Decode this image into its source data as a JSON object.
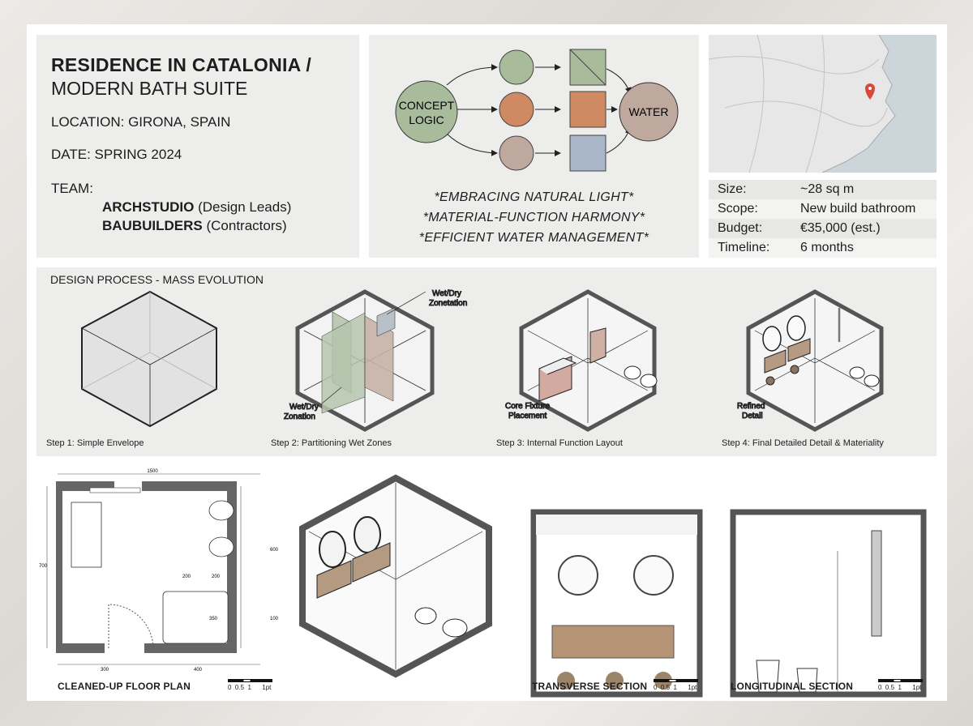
{
  "project": {
    "title_line1": "RESIDENCE IN CATALONIA /",
    "title_line2": "MODERN BATH SUITE",
    "location": "LOCATION: GIRONA, SPAIN",
    "date": "DATE: SPRING 2024",
    "team_label": "TEAM:",
    "team": [
      {
        "name": "ARCHSTUDIO",
        "role": "(Design Leads)"
      },
      {
        "name": "BAUBUILDERS",
        "role": "(Contractors)"
      }
    ]
  },
  "concept": {
    "source": [
      "CONCEPT",
      "LOGIC"
    ],
    "target": "WATER",
    "colors": {
      "green": "#a8bc9c",
      "orange": "#d08a63",
      "mauve": "#bfa99f",
      "blue": "#a9b5c8"
    },
    "principles": [
      "*EMBRACING NATURAL LIGHT*",
      "*MATERIAL-FUNCTION HARMONY*",
      "*EFFICIENT WATER MANAGEMENT*"
    ]
  },
  "map": {
    "marker": "location-pin",
    "marker_color": "#d9473a"
  },
  "facts": [
    {
      "k": "Size:",
      "v": "~28 sq m"
    },
    {
      "k": "Scope:",
      "v": "New build bathroom"
    },
    {
      "k": "Budget:",
      "v": "€35,000 (est.)"
    },
    {
      "k": "Timeline:",
      "v": "6 months"
    }
  ],
  "mass": {
    "title": "DESIGN PROCESS - MASS EVOLUTION",
    "steps": [
      "Step 1: Simple Envelope",
      "Step 2: Partitioning Wet Zones",
      "Step 3: Internal Function Layout",
      "Step 4: Final Detailed Detail & Materiality"
    ],
    "annotations": {
      "zonetation": [
        "Wet/Dry",
        "Zonetation"
      ],
      "zonation": [
        "Wet/Dry",
        "Zonation"
      ],
      "core": [
        "Core Fixture",
        "Placement"
      ],
      "refined": [
        "Refined",
        "Detail"
      ]
    }
  },
  "drawings": {
    "plan_caption": "CLEANED-UP FLOOR PLAN",
    "transverse_caption": "TRANSVERSE SECTION",
    "longitudinal_caption": "LONGITUDINAL SECTION",
    "dims": {
      "top": "1500",
      "left": "700",
      "right_top": "600",
      "right_bottom": "100",
      "bath_a": "200",
      "bath_b": "200",
      "bath_depth": "350",
      "bottom_a": "300",
      "bottom_b": "400"
    },
    "scale_plan": [
      "0",
      "0.5",
      "1",
      "1pt"
    ],
    "scale_sec": [
      "0",
      "0.5",
      "1",
      "1pt"
    ]
  }
}
